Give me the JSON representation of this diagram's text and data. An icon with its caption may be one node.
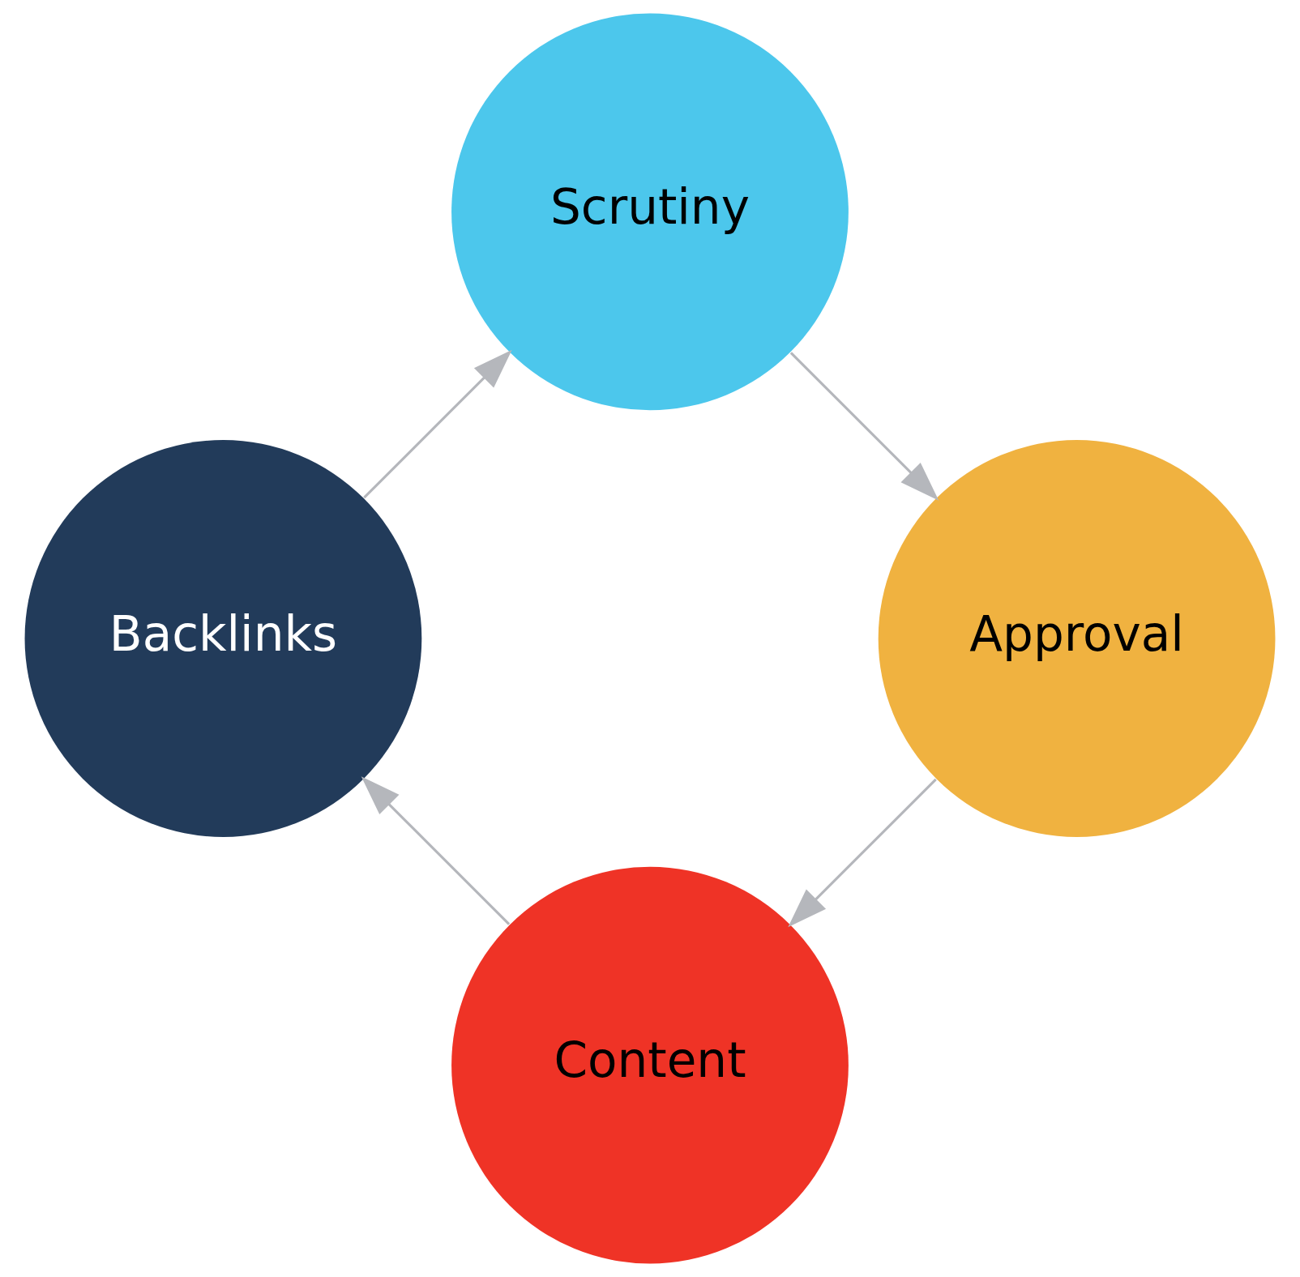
{
  "diagram": {
    "nodes": [
      {
        "text": [
          "Content"
        ]
      },
      {
        "text": [
          "Backlinks"
        ]
      },
      {
        "text": [
          "Scrutiny"
        ]
      },
      {
        "text": [
          "Approval"
        ]
      }
    ],
    "edges": [
      {
        "from": 0,
        "to": 1,
        "arrow": "to"
      },
      {
        "from": 1,
        "to": 2,
        "arrow": "to"
      },
      {
        "from": 2,
        "to": 3,
        "arrow": "to"
      },
      {
        "from": 3,
        "to": 0,
        "arrow": "to"
      }
    ]
  }
}
